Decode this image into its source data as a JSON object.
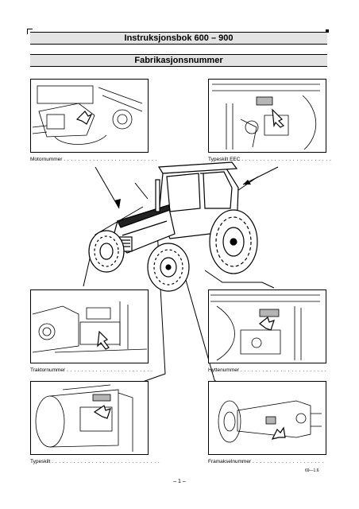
{
  "header": {
    "title": "Instruksjonsbok 600 – 900",
    "section": "Fabrikasjonsnummer"
  },
  "labels": {
    "motor": "Motornummer",
    "eec": "Typeskilt EEC",
    "traktor": "Traktornummer",
    "hytte": "Hyttenummer",
    "typeskilt": "Typeskilt",
    "framaksel": "Framakselnummer"
  },
  "leader_dots": {
    "motor": ". . . . . . . . . . . . . . . . . . . . . . . . . .",
    "eec": ". . . . . . . . . . . . . . . . . . . . . . . . .",
    "traktor": ". . . . . . . . . . . . . . . . . . . . . . . .",
    "hytte": ". . . . . . . . . . . . . . . . . . . . . . . .",
    "typeskilt": ". . . . . . . . . . . . . . . . . . . . . . . . . . . . . .",
    "framaksel": ". . . . . . . . . . . . . . . . . . . ."
  },
  "footer": {
    "ref": "69—1.6",
    "page": "– 1 –"
  },
  "colors": {
    "plate_fill": "#b5b5b5",
    "bar_fill": "#e3e3e3"
  }
}
